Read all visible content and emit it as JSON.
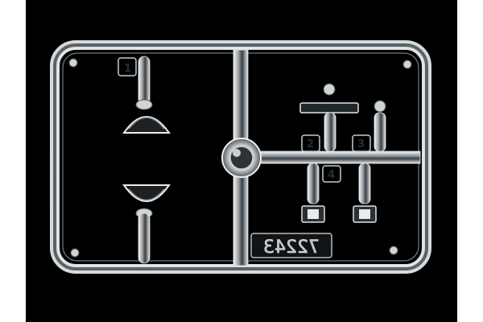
{
  "photo": {
    "background_color": "#000000",
    "matte_color": "#ffffff",
    "plastic_color": "#c9cfd3",
    "highlight_color": "#f2f5f6"
  },
  "sprue": {
    "code": "72243",
    "part_numbers": [
      "1",
      "2",
      "3",
      "4"
    ]
  }
}
